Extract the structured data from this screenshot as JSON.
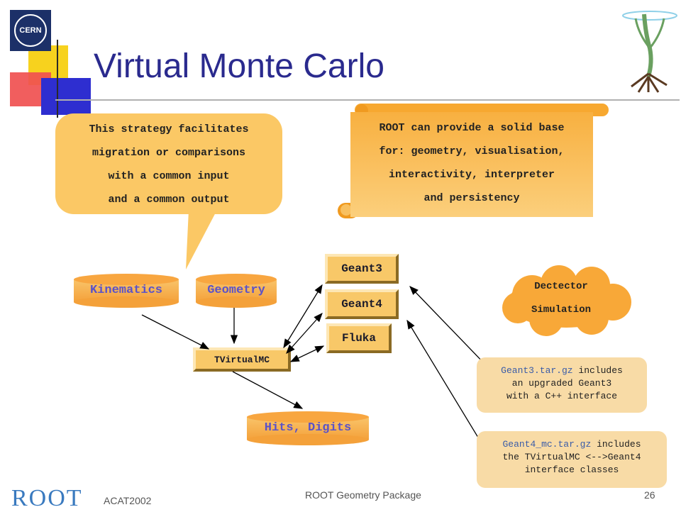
{
  "logos": {
    "cern": "CERN",
    "root": "ROOT"
  },
  "title": "Virtual Monte Carlo",
  "bubble": {
    "lines": [
      "This strategy facilitates",
      "migration or comparisons",
      "with a common input",
      "and a common output"
    ]
  },
  "scroll": {
    "lines": [
      "ROOT can provide a solid base",
      "for: geometry, visualisation,",
      "interactivity, interpreter",
      "and persistency"
    ]
  },
  "diagram": {
    "kinematics": "Kinematics",
    "geometry": "Geometry",
    "tvirtualmc": "TVirtualMC",
    "hits": "Hits, Digits",
    "geant3": "Geant3",
    "geant4": "Geant4",
    "fluka": "Fluka",
    "cloud_lines": [
      "Dectector",
      "Simulation"
    ]
  },
  "notes": {
    "geant3": {
      "file": "Geant3.tar.gz",
      "line1_rest": " includes",
      "line2": "an upgraded Geant3",
      "line3": "with a C++ interface"
    },
    "geant4": {
      "file": "Geant4_mc.tar.gz",
      "line1_rest": " includes",
      "line2": "the TVirtualMC <-->Geant4",
      "line3": "interface classes"
    }
  },
  "footer": {
    "event": "ACAT2002",
    "center": "ROOT Geometry Package",
    "page": "26"
  },
  "colors": {
    "title": "#2a2a8e",
    "orange": "#f8b040",
    "label_purple": "#5b52c8",
    "link_blue": "#3a5ca8"
  }
}
